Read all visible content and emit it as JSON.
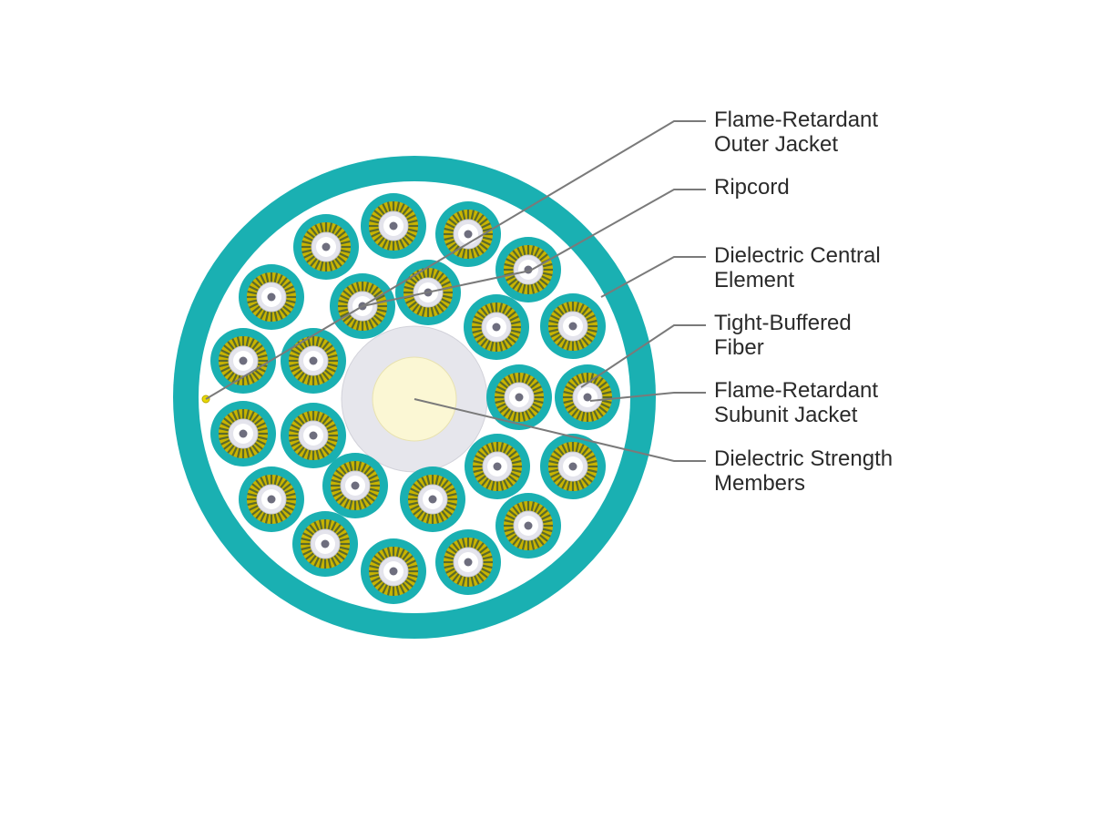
{
  "colors": {
    "outer_jacket": "#1ab0b2",
    "subunit_jacket": "#1ab0b2",
    "strength_yellow": "#c8b400",
    "strength_dark": "#5b6a2c",
    "buffer_ring": "#e4e4ec",
    "fiber_core": "#6e6e7e",
    "central_outer": "#e6e6ec",
    "central_core": "#fbf7d4",
    "leader_line": "#7a7a7a",
    "label_text": "#2a2a2a"
  },
  "labels": [
    {
      "id": "outer-jacket",
      "lines": [
        "Flame-Retardant",
        "Outer Jacket"
      ]
    },
    {
      "id": "ripcord",
      "lines": [
        "Ripcord"
      ]
    },
    {
      "id": "central-element",
      "lines": [
        "Dielectric Central",
        "Element"
      ]
    },
    {
      "id": "tight-buffered-fiber",
      "lines": [
        "Tight-Buffered",
        "Fiber"
      ]
    },
    {
      "id": "subunit-jacket",
      "lines": [
        "Flame-Retardant",
        "Subunit Jacket"
      ]
    },
    {
      "id": "strength-members",
      "lines": [
        "Dielectric Strength",
        "Members"
      ]
    }
  ]
}
